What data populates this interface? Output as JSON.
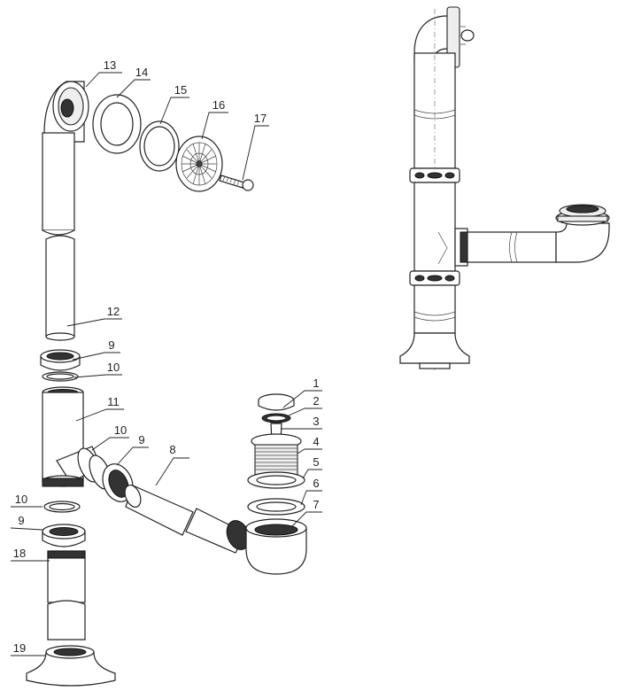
{
  "diagram": {
    "callouts": [
      {
        "num": "1"
      },
      {
        "num": "2"
      },
      {
        "num": "3"
      },
      {
        "num": "4"
      },
      {
        "num": "5"
      },
      {
        "num": "6"
      },
      {
        "num": "7"
      },
      {
        "num": "8"
      },
      {
        "num": "9"
      },
      {
        "num": "10"
      },
      {
        "num": "11"
      },
      {
        "num": "12"
      },
      {
        "num": "13"
      },
      {
        "num": "14"
      },
      {
        "num": "15"
      },
      {
        "num": "16"
      },
      {
        "num": "17"
      },
      {
        "num": "18"
      },
      {
        "num": "19"
      },
      {
        "num": "9"
      },
      {
        "num": "10"
      },
      {
        "num": "9"
      },
      {
        "num": "10"
      }
    ]
  }
}
